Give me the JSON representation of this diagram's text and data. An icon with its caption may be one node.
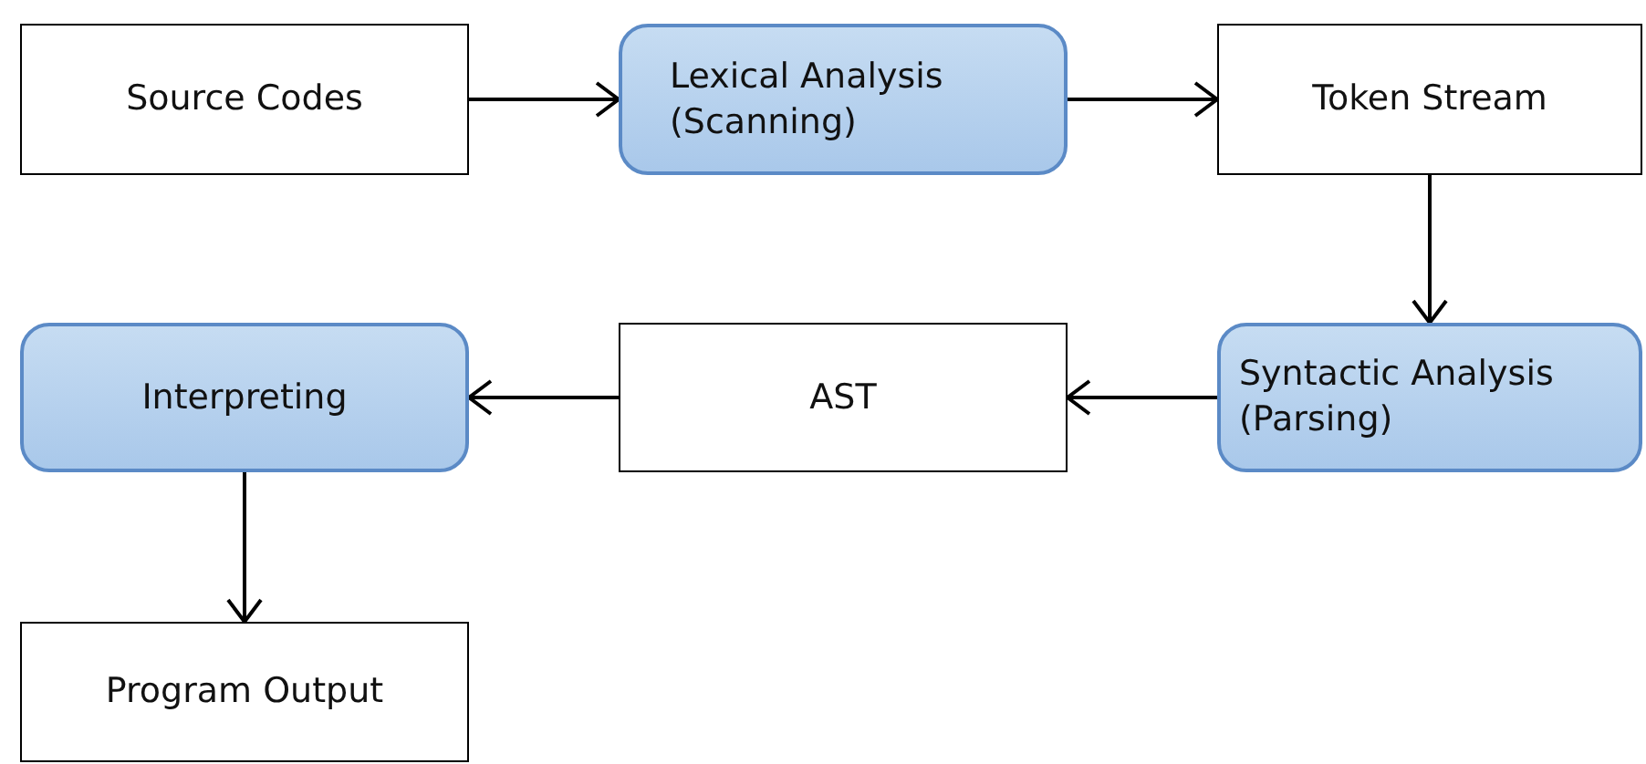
{
  "diagram": {
    "nodes": [
      {
        "text": [
          "Source Codes"
        ]
      },
      {
        "text": [
          "Lexical Analysis (Scanning)"
        ]
      },
      {
        "text": [
          "Token Stream"
        ]
      },
      {
        "text": [
          "Syntactic Analysis (Parsing)"
        ]
      },
      {
        "text": [
          "AST"
        ]
      },
      {
        "text": [
          "Interpreting"
        ]
      },
      {
        "text": [
          "Program Output"
        ]
      }
    ],
    "edges": [
      {
        "from": 0,
        "to": 1,
        "arrow": "to"
      },
      {
        "from": 1,
        "to": 2,
        "arrow": "to"
      },
      {
        "from": 2,
        "to": 3,
        "arrow": "to"
      },
      {
        "from": 3,
        "to": 4,
        "arrow": "to"
      },
      {
        "from": 4,
        "to": 5,
        "arrow": "to"
      },
      {
        "from": 5,
        "to": 6,
        "arrow": "to"
      }
    ]
  }
}
